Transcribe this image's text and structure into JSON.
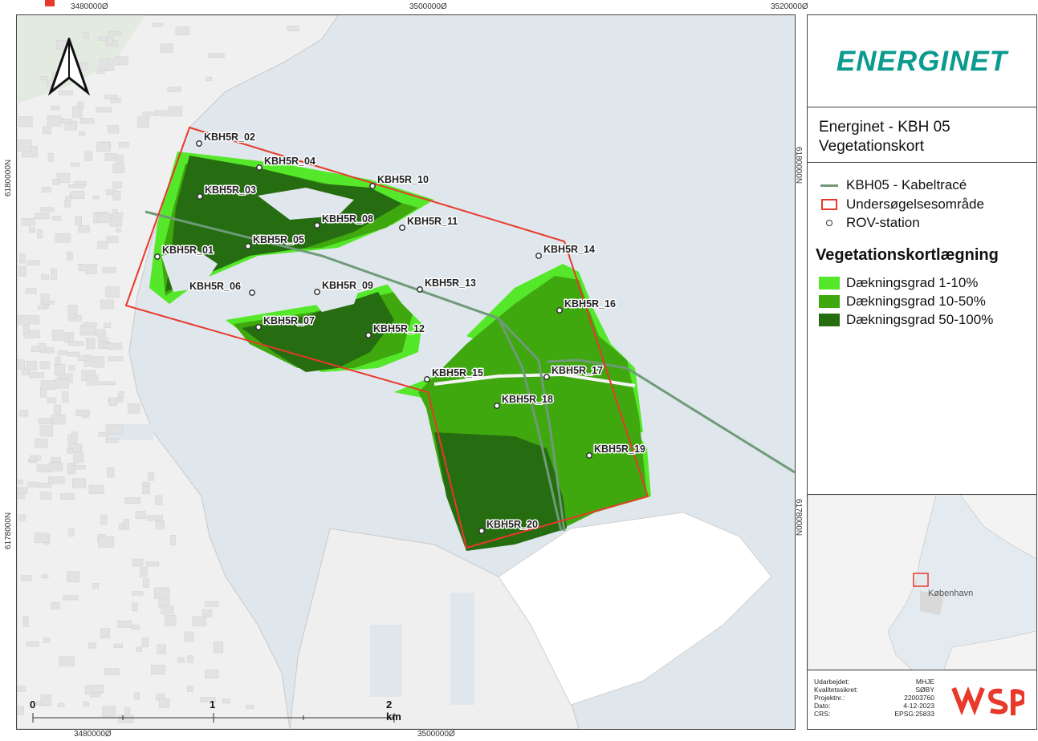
{
  "grid": {
    "top_x": [
      "3480000Ø",
      "3500000Ø",
      "3520000Ø"
    ],
    "bottom_x": [
      "3480000Ø",
      "3500000Ø"
    ],
    "left_y": [
      "6180000N",
      "6178000N"
    ],
    "right_y": [
      "6180000N",
      "6178000N"
    ]
  },
  "stations": [
    {
      "id": "KBH5R_01",
      "label": "KBH5R_01"
    },
    {
      "id": "KBH5R_02",
      "label": "KBH5R_02"
    },
    {
      "id": "KBH5R_03",
      "label": "KBH5R_03"
    },
    {
      "id": "KBH5R_04",
      "label": "KBH5R_04"
    },
    {
      "id": "KBH5R_05",
      "label": "KBH5R_05"
    },
    {
      "id": "KBH5R_06",
      "label": "KBH5R_06"
    },
    {
      "id": "KBH5R_07",
      "label": "KBH5R_07"
    },
    {
      "id": "KBH5R_08",
      "label": "KBH5R_08"
    },
    {
      "id": "KBH5R_09",
      "label": "KBH5R_09"
    },
    {
      "id": "KBH5R_10",
      "label": "KBH5R_10"
    },
    {
      "id": "KBH5R_11",
      "label": "KBH5R_11"
    },
    {
      "id": "KBH5R_12",
      "label": "KBH5R_12"
    },
    {
      "id": "KBH5R_13",
      "label": "KBH5R_13"
    },
    {
      "id": "KBH5R_14",
      "label": "KBH5R_14"
    },
    {
      "id": "KBH5R_15",
      "label": "KBH5R_15"
    },
    {
      "id": "KBH5R_16",
      "label": "KBH5R_16"
    },
    {
      "id": "KBH5R_17",
      "label": "KBH5R_17"
    },
    {
      "id": "KBH5R_18",
      "label": "KBH5R_18"
    },
    {
      "id": "KBH5R_19",
      "label": "KBH5R_19"
    },
    {
      "id": "KBH5R_20",
      "label": "KBH5R_20"
    }
  ],
  "scalebar": {
    "labels": [
      "0",
      "1",
      "2 km"
    ]
  },
  "logo": {
    "text": "ENERGINET"
  },
  "title": {
    "line1": "Energinet - KBH 05",
    "line2": "Vegetationskort"
  },
  "legend": {
    "items": [
      {
        "label": "KBH05 - Kabeltracé",
        "color": "#6f9a78"
      },
      {
        "label": "Undersøgelsesområde",
        "color": "#e8392b"
      },
      {
        "label": "ROV-station",
        "color": "#333333"
      }
    ],
    "heading": "Vegetationskortlægning",
    "classes": [
      {
        "label": "Dækningsgrad 1-10%",
        "color": "#55e82a"
      },
      {
        "label": "Dækningsgrad 10-50%",
        "color": "#3fa80f"
      },
      {
        "label": "Dækningsgrad 50-100%",
        "color": "#256d10"
      }
    ]
  },
  "overview": {
    "city": "København"
  },
  "meta": [
    {
      "key": "Udarbejdet:",
      "value": "MHJE"
    },
    {
      "key": "Kvalitetssikret:",
      "value": "SØBY"
    },
    {
      "key": "Projektnr.:",
      "value": "22003760"
    },
    {
      "key": "Dato:",
      "value": "4-12-2023"
    },
    {
      "key": "CRS:",
      "value": "EPSG:25833"
    }
  ],
  "colors": {
    "sea": "#dfe6ec",
    "land": "#f1f1f1",
    "survey_outline": "#e8392b",
    "cable": "#6f9a78",
    "accent_energinet": "#0b9a8e",
    "wsp_red": "#e8392b"
  }
}
